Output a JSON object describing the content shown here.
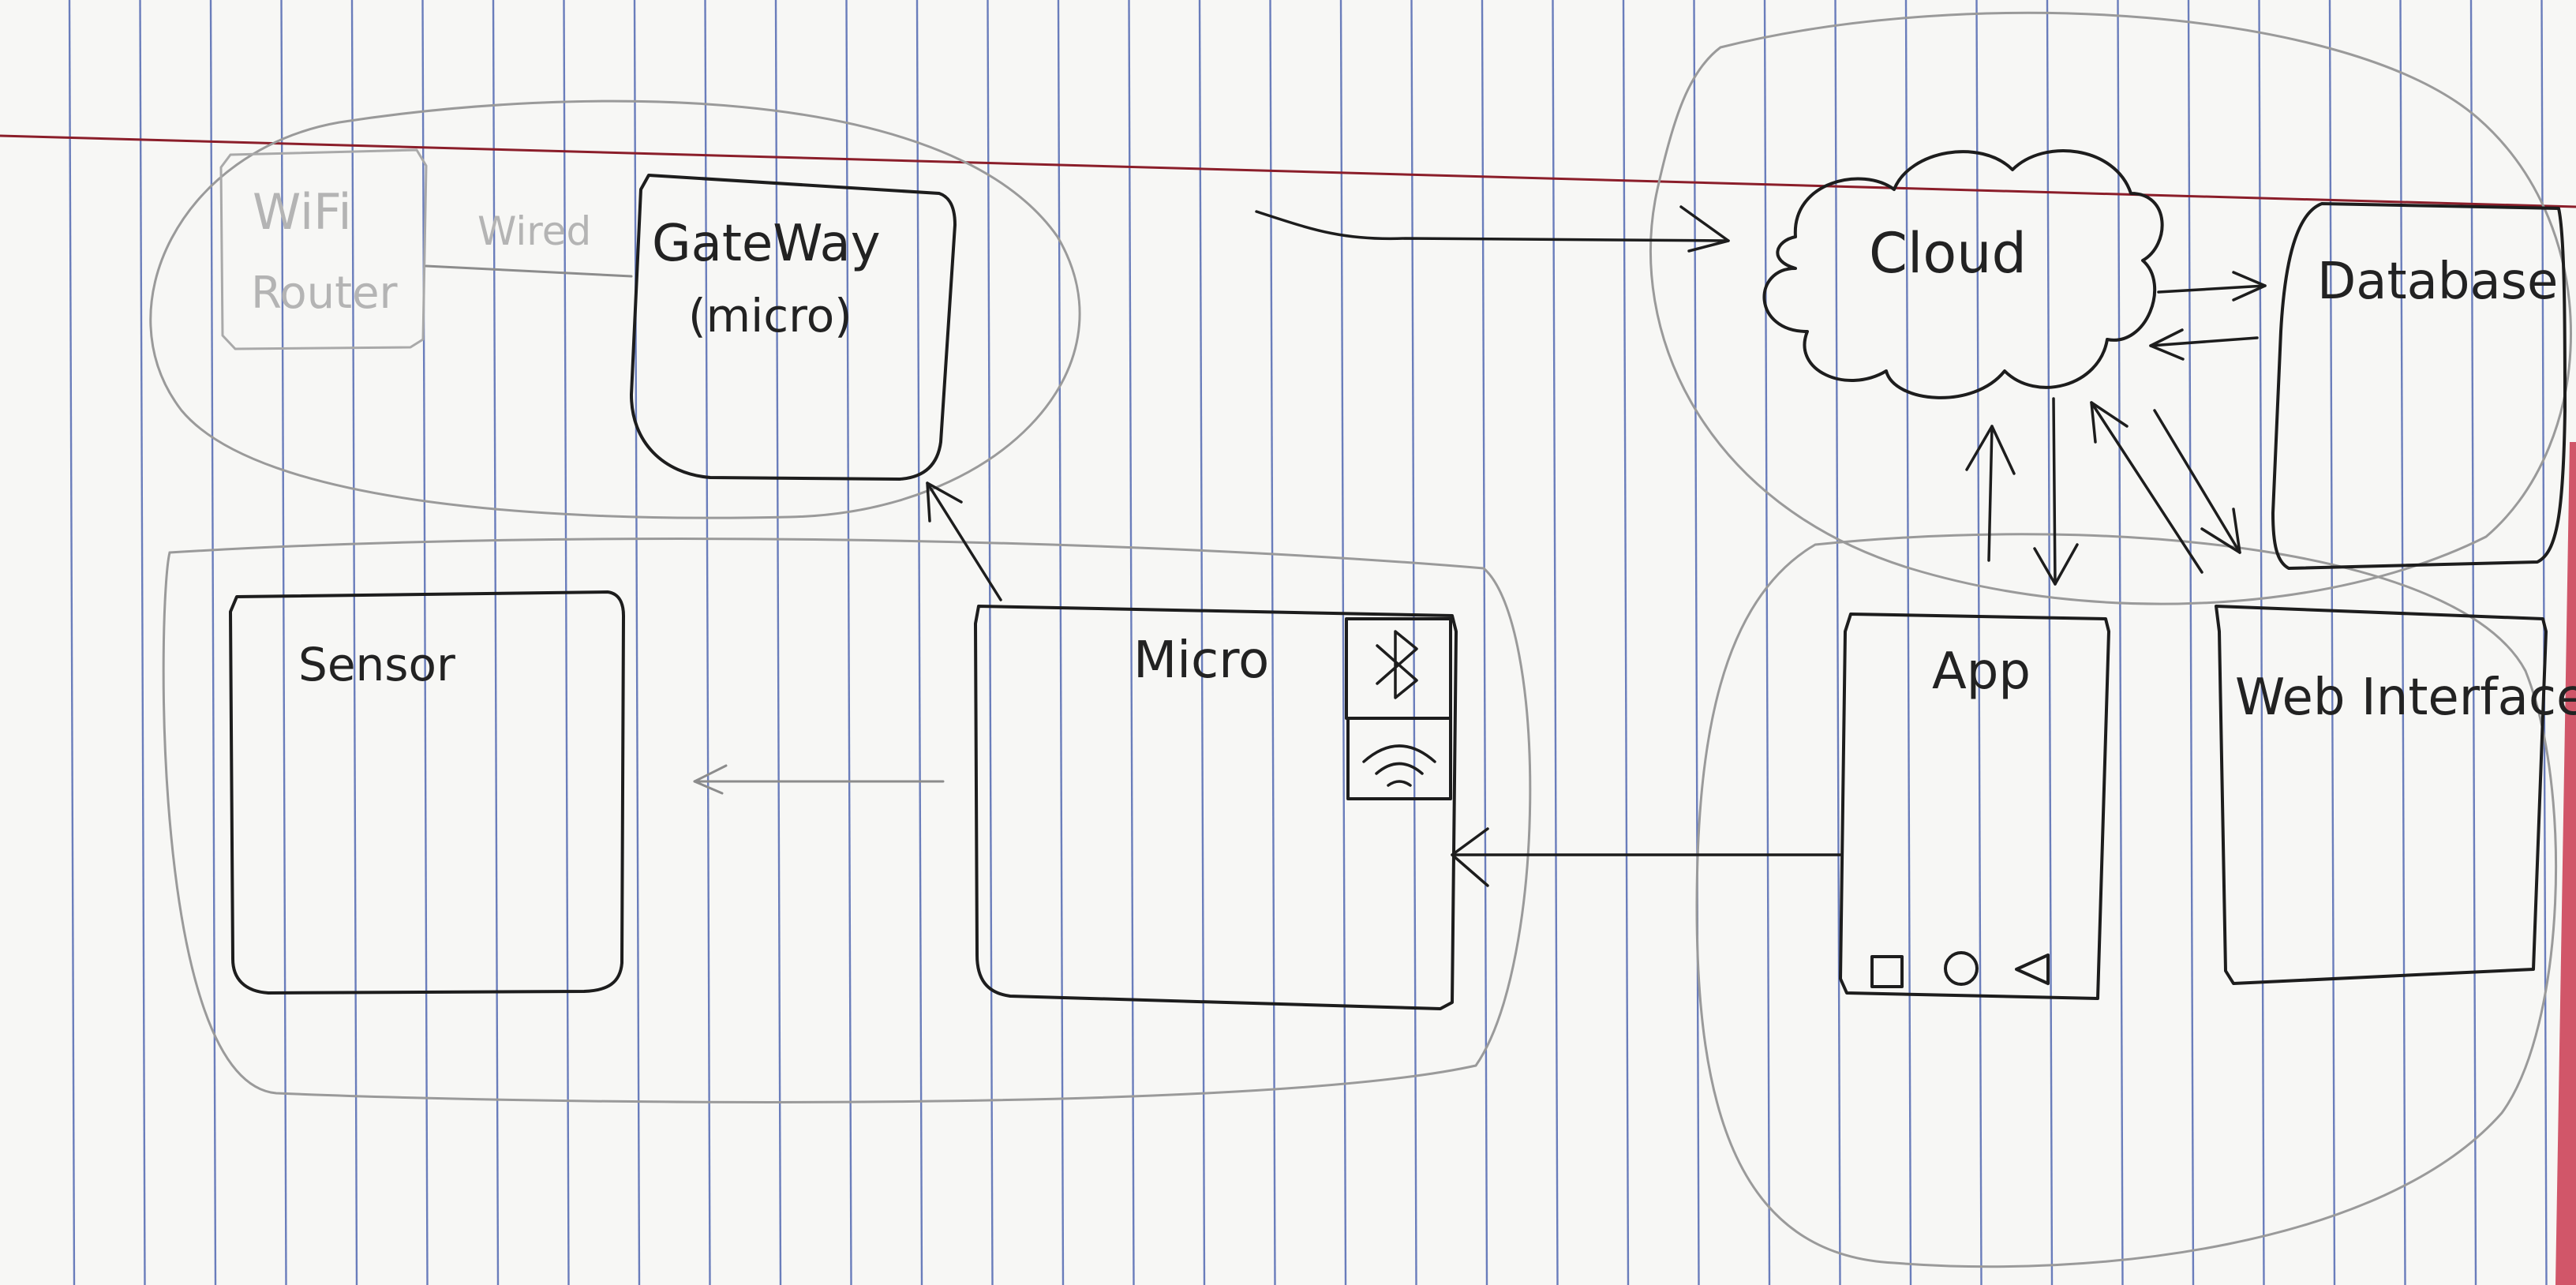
{
  "diagram": {
    "nodes": {
      "wifi_router": {
        "line1": "WiFi",
        "line2": "Router"
      },
      "gateway": {
        "line1": "GateWay",
        "line2": "(micro)"
      },
      "sensor": {
        "label": "Sensor"
      },
      "micro": {
        "label": "Micro",
        "icons": [
          "bluetooth-icon",
          "wifi-icon"
        ]
      },
      "cloud": {
        "label": "Cloud"
      },
      "database": {
        "label": "Database"
      },
      "app": {
        "label": "App",
        "nav_icons": [
          "square-icon",
          "circle-icon",
          "triangle-icon"
        ]
      },
      "web_interface": {
        "label": "Web Interface"
      }
    },
    "edges": {
      "router_gateway": {
        "label": "Wired"
      }
    }
  },
  "paper": {
    "rule_color": "#3c55a8",
    "margin_line_color": "#8b1e2a",
    "edge_color": "#c4203a"
  }
}
